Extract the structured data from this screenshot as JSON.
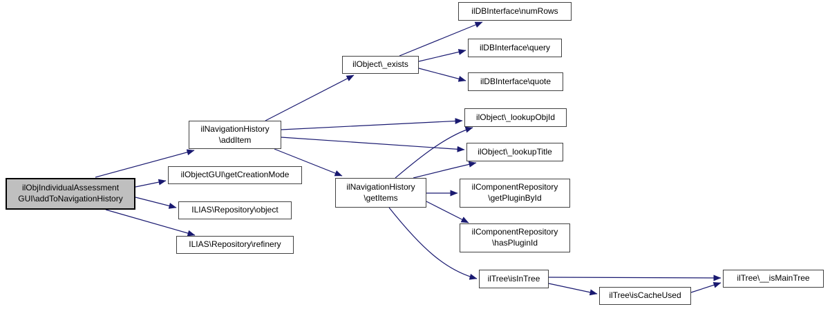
{
  "diagram": {
    "type": "call-graph",
    "colors": {
      "edge": "#191970",
      "node_border": "#404040",
      "main_border": "#000000",
      "highlight_fill": "#bfbfbf",
      "node_fill": "#ffffff",
      "background": "#ffffff",
      "text": "#000000"
    },
    "nodes": {
      "main": {
        "label": "ilObjIndividualAssessment\nGUI\\addToNavigationHistory"
      },
      "addItem": {
        "label": "ilNavigationHistory\n\\addItem"
      },
      "getCreationMode": {
        "label": "ilObjectGUI\\getCreationMode"
      },
      "repoObject": {
        "label": "ILIAS\\Repository\\object"
      },
      "repoRefinery": {
        "label": "ILIAS\\Repository\\refinery"
      },
      "exists": {
        "label": "ilObject\\_exists"
      },
      "getItems": {
        "label": "ilNavigationHistory\n\\getItems"
      },
      "numRows": {
        "label": "ilDBInterface\\numRows"
      },
      "query": {
        "label": "ilDBInterface\\query"
      },
      "quote": {
        "label": "ilDBInterface\\quote"
      },
      "lookupObjId": {
        "label": "ilObject\\_lookupObjId"
      },
      "lookupTitle": {
        "label": "ilObject\\_lookupTitle"
      },
      "getPluginById": {
        "label": "ilComponentRepository\n\\getPluginById"
      },
      "hasPluginId": {
        "label": "ilComponentRepository\n\\hasPluginId"
      },
      "isInTree": {
        "label": "ilTree\\isInTree"
      },
      "isCacheUsed": {
        "label": "ilTree\\isCacheUsed"
      },
      "isMainTree": {
        "label": "ilTree\\__isMainTree"
      }
    },
    "edges": [
      {
        "from": "main",
        "to": "addItem"
      },
      {
        "from": "main",
        "to": "getCreationMode"
      },
      {
        "from": "main",
        "to": "repoObject"
      },
      {
        "from": "main",
        "to": "repoRefinery"
      },
      {
        "from": "addItem",
        "to": "exists"
      },
      {
        "from": "addItem",
        "to": "lookupObjId"
      },
      {
        "from": "addItem",
        "to": "lookupTitle"
      },
      {
        "from": "addItem",
        "to": "getItems"
      },
      {
        "from": "getItems",
        "to": "lookupObjId"
      },
      {
        "from": "getItems",
        "to": "lookupTitle"
      },
      {
        "from": "getItems",
        "to": "getPluginById"
      },
      {
        "from": "getItems",
        "to": "hasPluginId"
      },
      {
        "from": "getItems",
        "to": "isInTree"
      },
      {
        "from": "exists",
        "to": "numRows"
      },
      {
        "from": "exists",
        "to": "query"
      },
      {
        "from": "exists",
        "to": "quote"
      },
      {
        "from": "isInTree",
        "to": "isMainTree"
      },
      {
        "from": "isInTree",
        "to": "isCacheUsed"
      },
      {
        "from": "isCacheUsed",
        "to": "isMainTree"
      }
    ]
  }
}
